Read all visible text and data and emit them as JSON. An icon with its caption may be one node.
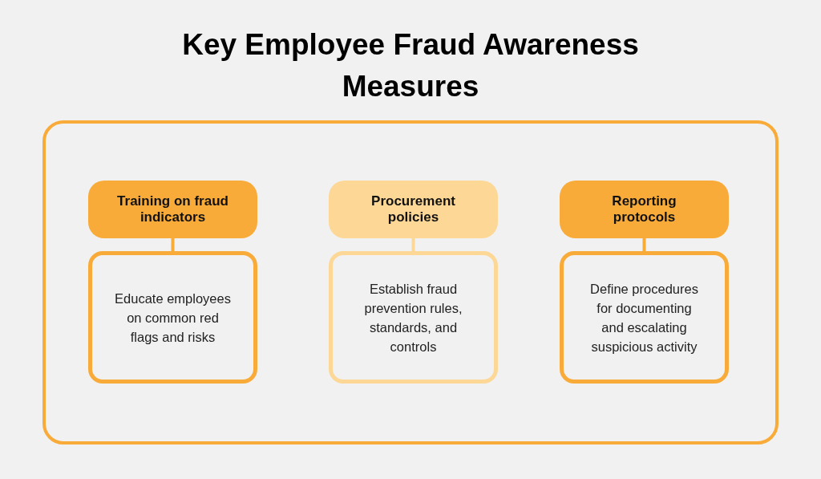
{
  "diagram": {
    "title": "Key Employee Fraud Awareness Measures",
    "nodes": [
      {
        "text": [],
        "shape": "box"
      },
      {
        "text": [
          "Training on fraud indicators"
        ],
        "in": 0
      },
      {
        "text": [
          "Educate employees on common red flags and risks"
        ],
        "in": 0
      },
      {
        "text": [
          "Procurement policies"
        ],
        "in": 0
      },
      {
        "text": [
          "Establish fraud prevention rules, standards, and controls"
        ],
        "in": 0
      },
      {
        "text": [
          "Reporting protocols"
        ],
        "in": 0
      },
      {
        "text": [
          "Define procedures for documenting and escalating suspicious activity"
        ],
        "in": 0
      }
    ],
    "edges": [
      {
        "from": 1,
        "to": 2,
        "arrow": "none"
      },
      {
        "from": 3,
        "to": 4,
        "arrow": "none",
        "color": "#fdd795"
      },
      {
        "from": 5,
        "to": 6,
        "arrow": "none"
      }
    ]
  }
}
